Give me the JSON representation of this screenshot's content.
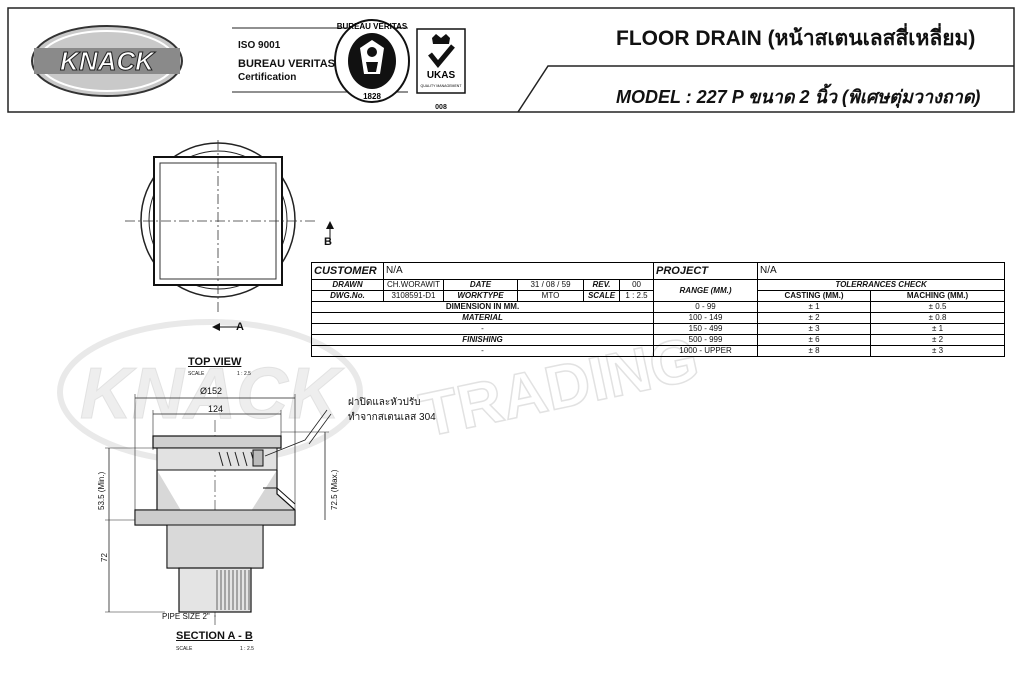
{
  "header": {
    "logo_text": "KNACK",
    "iso_line1": "ISO 9001",
    "iso_line2": "BUREAU VERITAS",
    "iso_line3": "Certification",
    "bv_seal_text": "BUREAU VERITAS",
    "bv_year": "1828",
    "ukas_label": "UKAS",
    "ukas_sub": "QUALITY MANAGEMENT",
    "ukas_number": "008",
    "title": "FLOOR DRAIN (หน้าสเตนเลสสี่เหลี่ยม)",
    "model": "MODEL : 227 P ขนาด 2 นิ้ว (พิเศษตุ่มวางถาด)"
  },
  "watermark": {
    "brand": "KNACK",
    "word": "TRADING"
  },
  "top_view": {
    "title": "TOP VIEW",
    "scale_label": "SCALE",
    "scale_value": "1 : 2.5",
    "marker_a": "A",
    "marker_b": "B"
  },
  "section_view": {
    "title": "SECTION A - B",
    "scale_label": "SCALE",
    "scale_value": "1 : 2.5",
    "dim_diameter": "Ø152",
    "dim_width": "124",
    "dim_min": "53.5 (Min.)",
    "dim_max": "72.5 (Max.)",
    "dim_72": "72",
    "pipe_size": "PIPE SIZE 2\"",
    "callout_line1": "ฝาปิดและหัวปรับ",
    "callout_line2": "ทำจากสเตนเลส 304"
  },
  "table": {
    "customer_label": "CUSTOMER",
    "customer_value": "N/A",
    "project_label": "PROJECT",
    "project_value": "N/A",
    "drawn_label": "DRAWN",
    "drawn_value": "CH.WORAWIT",
    "date_label": "DATE",
    "date_value": "31 / 08 / 59",
    "rev_label": "REV.",
    "rev_value": "00",
    "dwg_label": "DWG.No.",
    "dwg_value": "3108591-D1",
    "worktype_label": "WORKTYPE",
    "worktype_value": "MTO",
    "scale_label": "SCALE",
    "scale_value": "1 : 2.5",
    "range_label": "RANGE (MM.)",
    "tol_label": "TOLERRANCES CHECK",
    "casting_label": "CASTING (MM.)",
    "maching_label": "MACHING (MM.)",
    "dimension_label": "DIMENSION IN MM.",
    "material_label": "MATERIAL",
    "material_value": "-",
    "finishing_label": "FINISHING",
    "finishing_value": "-",
    "rows": [
      {
        "range": "0 - 99",
        "casting": "± 1",
        "maching": "± 0.5"
      },
      {
        "range": "100 - 149",
        "casting": "± 2",
        "maching": "± 0.8"
      },
      {
        "range": "150 - 499",
        "casting": "± 3",
        "maching": "± 1"
      },
      {
        "range": "500 - 999",
        "casting": "± 6",
        "maching": "± 2"
      },
      {
        "range": "1000 - UPPER",
        "casting": "± 8",
        "maching": "± 3"
      }
    ]
  }
}
